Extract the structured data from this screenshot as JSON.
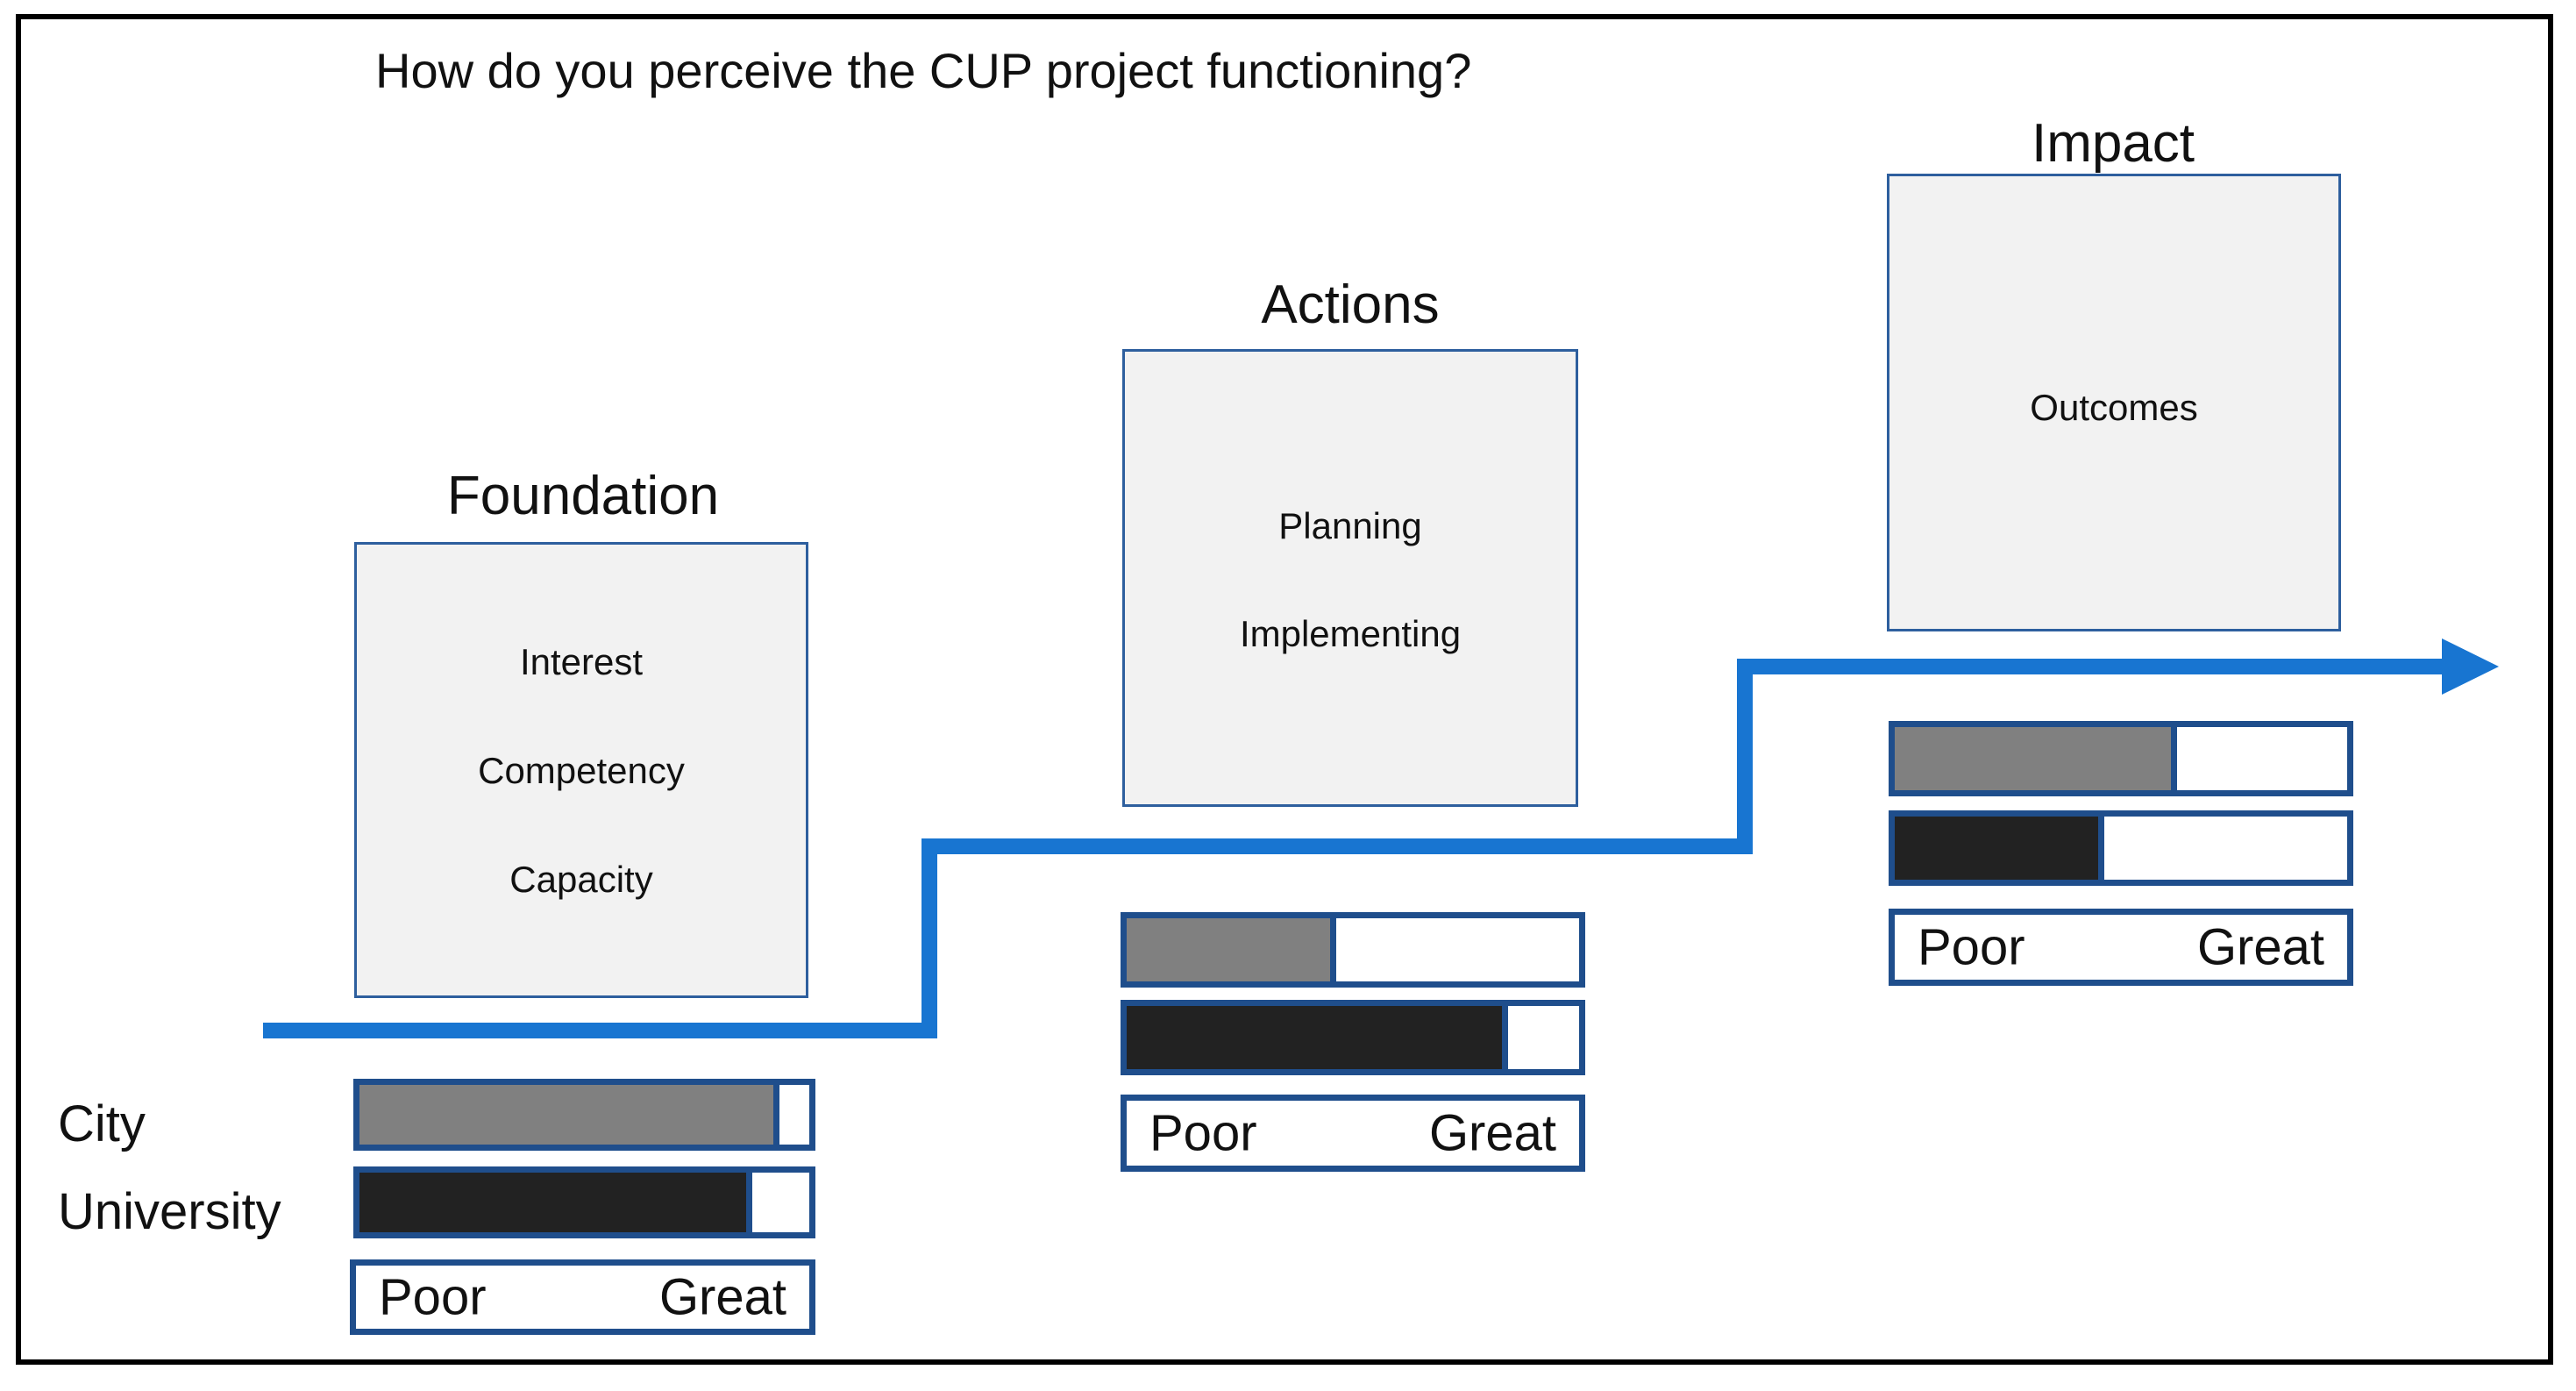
{
  "title": "How do you perceive the CUP project functioning?",
  "legend": {
    "city": "City",
    "university": "University"
  },
  "scale": {
    "poor": "Poor",
    "great": "Great"
  },
  "colors": {
    "line": "#1875d1",
    "border": "#1f4e8c",
    "city_fill": "#808080",
    "university_fill": "#222222",
    "box_bg": "#f2f2f2"
  },
  "stages": [
    {
      "name": "Foundation",
      "items": [
        "Interest",
        "Competency",
        "Capacity"
      ],
      "city_rating": 0.92,
      "university_rating": 0.86
    },
    {
      "name": "Actions",
      "items": [
        "Planning",
        "Implementing"
      ],
      "city_rating": 0.45,
      "university_rating": 0.83
    },
    {
      "name": "Impact",
      "items": [
        "Outcomes"
      ],
      "city_rating": 0.61,
      "university_rating": 0.45
    }
  ]
}
